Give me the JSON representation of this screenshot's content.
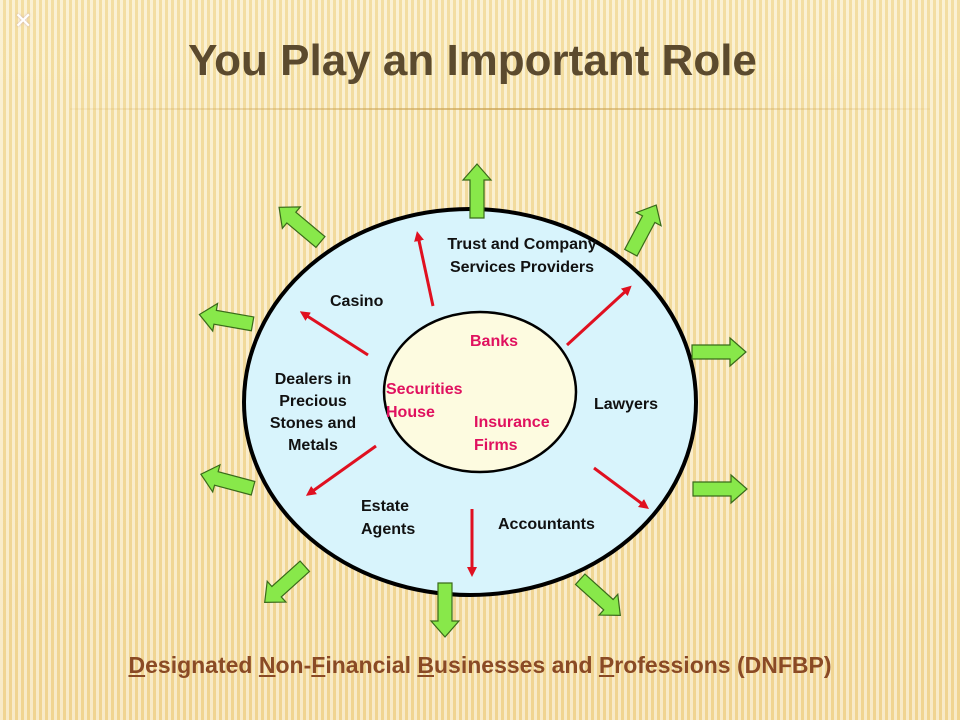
{
  "title": "You Play an Important Role",
  "outer_labels": {
    "trust": "Trust and Company Services Providers",
    "casino": "Casino",
    "dealers": "Dealers in Precious Stones and Metals",
    "estate": "Estate Agents",
    "accountants": "Accountants",
    "lawyers": "Lawyers"
  },
  "inner_labels": {
    "banks": "Banks",
    "securities": "Securities House",
    "insurance": "Insurance Firms"
  },
  "footer": {
    "d": "D",
    "esignated": "esignated ",
    "n": "N",
    "on": "on-",
    "f": "F",
    "inancial": "inancial ",
    "b": "B",
    "usinesses": "usinesses and ",
    "p": "P",
    "rofessions": "rofessions (DNFBP)"
  },
  "colors": {
    "outer_fill": "#d8f4fc",
    "inner_fill": "#fdfbe0",
    "red_arrow": "#e01020",
    "green_arrow": "#88e84a",
    "label_pink": "#e0115f",
    "footer": "#8a4a25"
  }
}
